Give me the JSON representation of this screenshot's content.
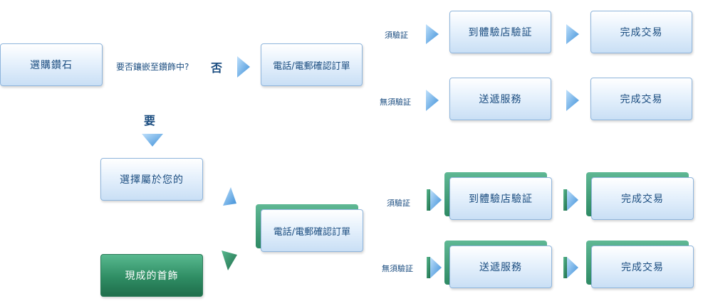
{
  "diagram": {
    "start": "選購鑽石",
    "question": "要否鑲嵌至鑽飾中?",
    "no_label": "否",
    "yes_label": "要",
    "top_branch": {
      "confirm": "電話/電郵確認訂單",
      "verify_label": "須驗証",
      "verify_step": "到體驗店驗証",
      "verify_done": "完成交易",
      "noverify_label": "無須驗証",
      "noverify_step": "送遞服務",
      "noverify_done": "完成交易"
    },
    "choose_own": "選擇屬於您的",
    "ready_made": "現成的首飾",
    "bottom_branch": {
      "confirm": "電話/電郵確認訂單",
      "verify_label": "須驗証",
      "verify_step": "到體驗店驗証",
      "verify_done": "完成交易",
      "noverify_label": "無須驗証",
      "noverify_step": "送遞服務",
      "noverify_done": "完成交易"
    }
  },
  "colors": {
    "box_border": "#8fb5dc",
    "arrow_blue": "#4f9fe0",
    "green": "#2f8d64"
  }
}
